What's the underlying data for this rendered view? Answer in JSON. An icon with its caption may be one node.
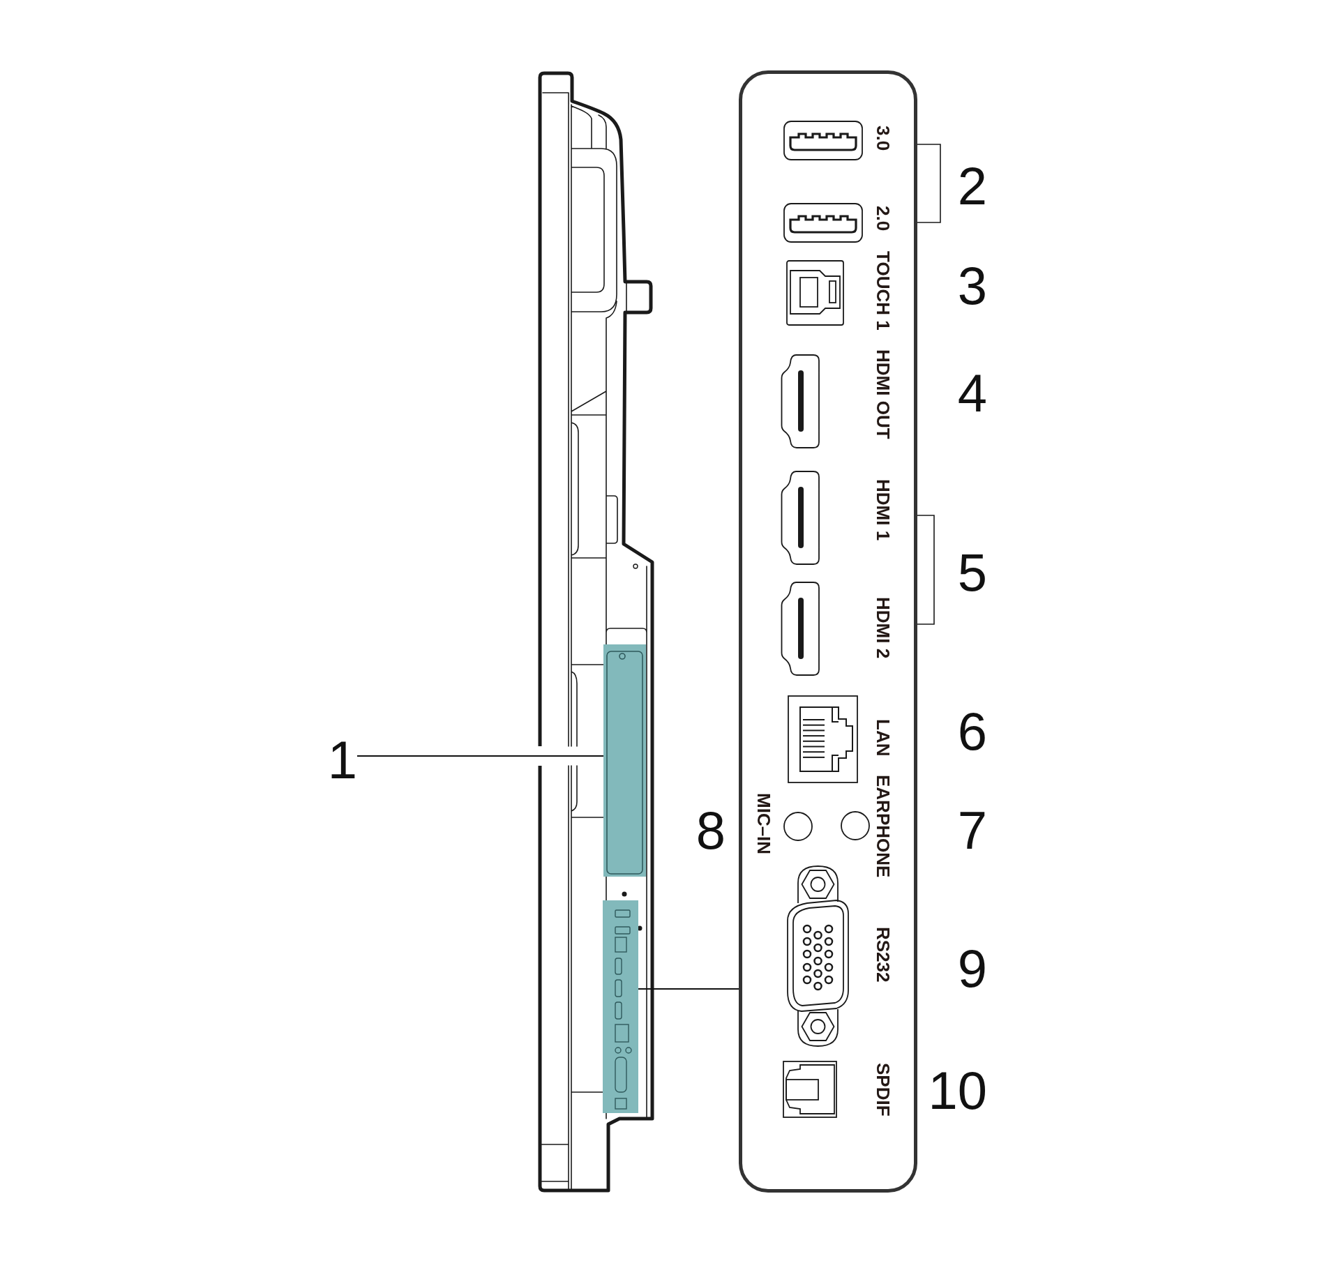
{
  "diagram": {
    "nodes": [
      {
        "text": [
          "1"
        ]
      },
      {
        "text": [],
        "shape": "box"
      },
      {
        "text": [],
        "shape": "box"
      },
      {
        "text": [
          "3.0",
          "2.0",
          "TOUCH 1",
          "HDMI OUT",
          "HDMI 1",
          "HDMI 2",
          "LAN",
          "MIC–IN",
          "EARPHONE",
          "RS232",
          "SPDIF"
        ]
      }
    ],
    "edges": [
      {
        "from": 0,
        "to": 1,
        "arrow": "none"
      },
      {
        "from": 2,
        "to": 3,
        "arrow": "none"
      }
    ],
    "labels": [
      "2",
      "3",
      "4",
      "5",
      "6",
      "8",
      "7",
      "9",
      "10"
    ]
  }
}
